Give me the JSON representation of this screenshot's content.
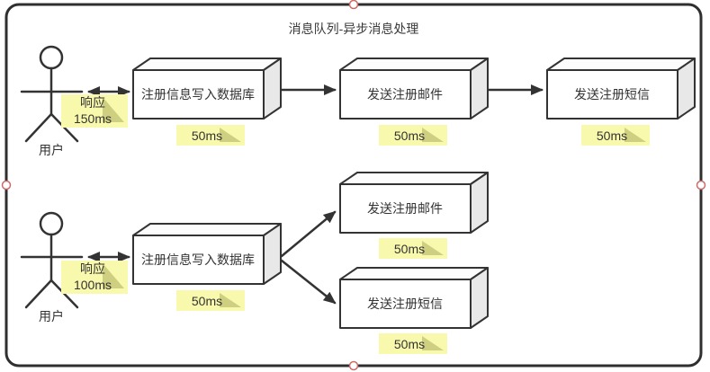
{
  "title": "消息队列-异步消息处理",
  "colors": {
    "line": "#333333",
    "note_fill": "#f9f9ad",
    "note_fold": "#cfcf82",
    "box_side": "#e8e8e8",
    "handle_border": "#cc6b6b"
  },
  "flows": {
    "sync": {
      "actor_label": "用户",
      "response_note": {
        "line1": "响应",
        "line2": "150ms"
      },
      "boxes": [
        {
          "label": "注册信息写入数据库",
          "note": "50ms"
        },
        {
          "label": "发送注册邮件",
          "note": "50ms"
        },
        {
          "label": "发送注册短信",
          "note": "50ms"
        }
      ]
    },
    "async": {
      "actor_label": "用户",
      "response_note": {
        "line1": "响应",
        "line2": "100ms"
      },
      "boxes": [
        {
          "label": "注册信息写入数据库",
          "note": "50ms"
        },
        {
          "label": "发送注册邮件",
          "note": "50ms"
        },
        {
          "label": "发送注册短信",
          "note": "50ms"
        }
      ]
    }
  }
}
